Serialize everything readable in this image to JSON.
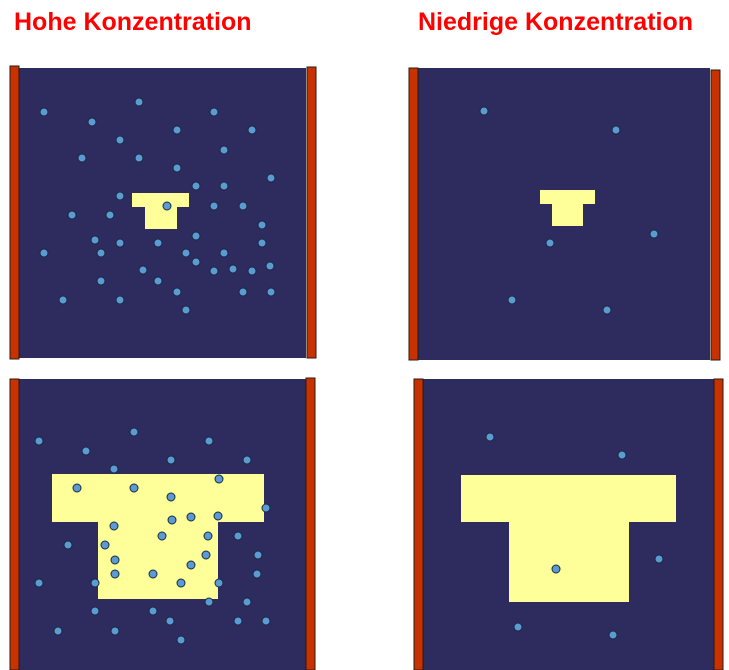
{
  "titles": {
    "high": "Hohe Konzentration",
    "low": "Niedrige Konzentration"
  },
  "colors": {
    "chamber": "#2e2b5f",
    "wall": "#c83200",
    "wall_outline": "#2b1a10",
    "shirt": "#ffff99",
    "particle": "#5b9bd5",
    "particle_outline": "#1b2a3a",
    "title": "#ff0000"
  },
  "panels": [
    {
      "name": "high-concentration-small-shirt",
      "shirt": "small",
      "particle_count": 44
    },
    {
      "name": "low-concentration-small-shirt",
      "shirt": "small",
      "particle_count": 6
    },
    {
      "name": "high-concentration-large-shirt",
      "shirt": "large",
      "particle_count": 42
    },
    {
      "name": "low-concentration-large-shirt",
      "shirt": "large",
      "particle_count": 6
    }
  ]
}
